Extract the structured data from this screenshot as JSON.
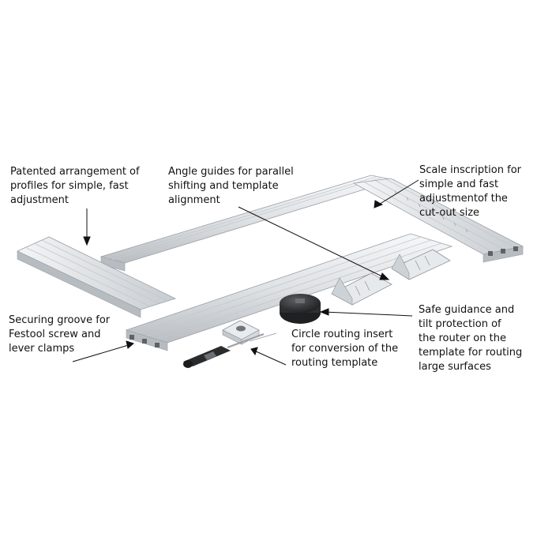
{
  "colors": {
    "background": "#ffffff",
    "text": "#111111",
    "leader": "#111111",
    "aluminium_light": "#eef0f2",
    "aluminium_mid": "#d4d8dc",
    "aluminium_dark": "#a7adb3",
    "insert_dark": "#2e2f31",
    "handle_grip": "#3a3b3d"
  },
  "callouts": {
    "profiles": {
      "lines": [
        "Patented arrangement of",
        "profiles for simple, fast",
        "adjustment"
      ]
    },
    "angle_guides": {
      "lines": [
        "Angle guides for parallel",
        "shifting and template",
        "alignment"
      ]
    },
    "scale": {
      "lines": [
        "Scale inscription for",
        "simple and fast",
        "adjustmentof the",
        "cut-out size"
      ]
    },
    "groove": {
      "lines": [
        "Securing groove for",
        "Festool screw and",
        "lever clamps"
      ]
    },
    "circle_insert": {
      "lines": [
        "Circle routing insert",
        "for conversion of the",
        "routing template"
      ]
    },
    "safe_guidance": {
      "lines": [
        "Safe guidance and",
        "tilt protection of",
        "the router on the",
        "template for routing",
        "large surfaces"
      ]
    }
  }
}
